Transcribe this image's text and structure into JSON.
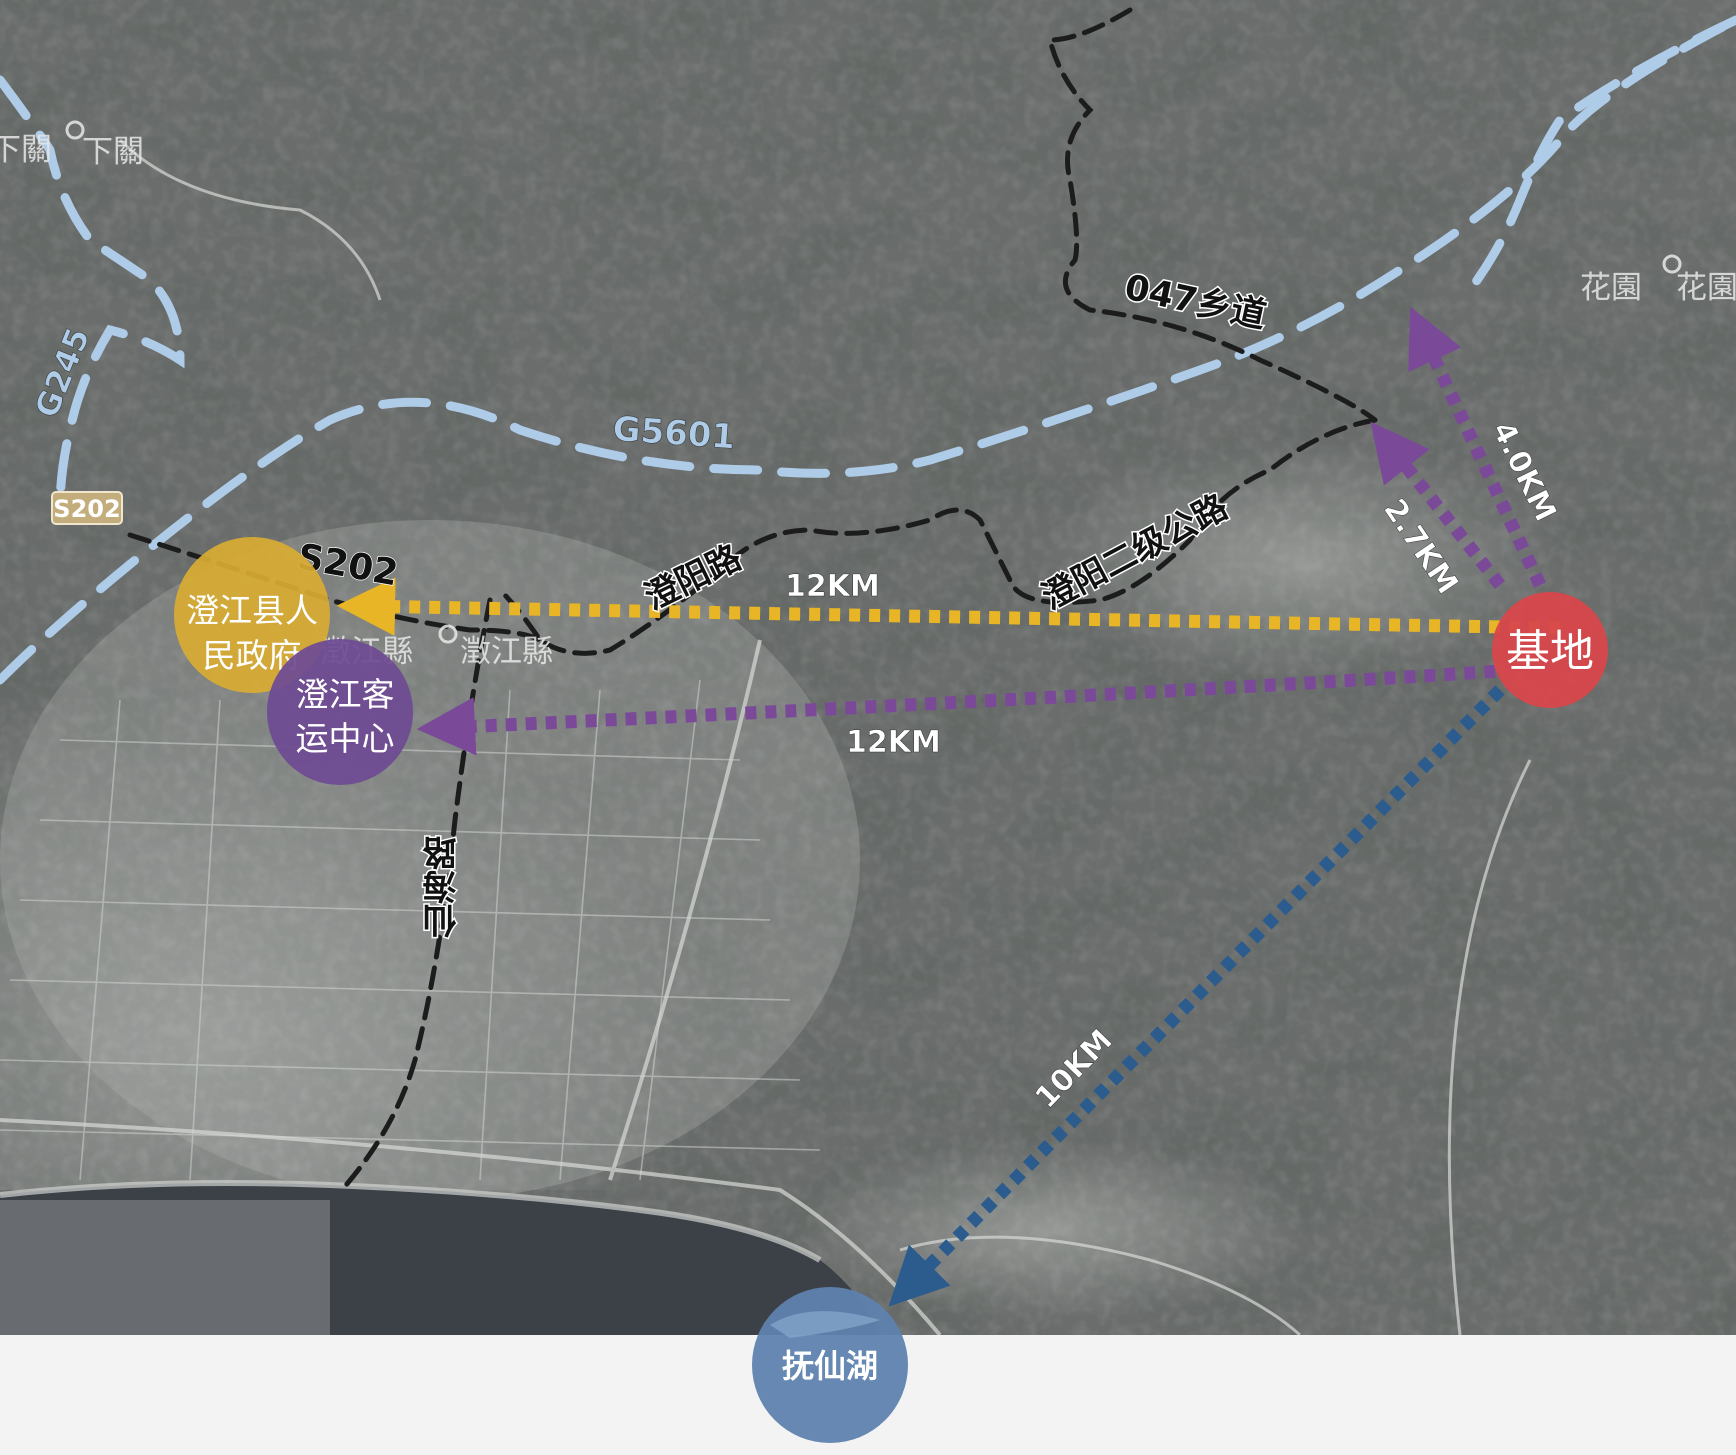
{
  "colors": {
    "expressway": "#aecbe8",
    "local_road": "#1c1c1c",
    "route_orange": "#e8b526",
    "route_purple": "#7a4a98",
    "route_blue": "#2c5c8e",
    "marker_base": "#d8474b",
    "marker_gov": "#d9ad33",
    "marker_bus": "#6e4a93",
    "marker_lake": "#5e82ae",
    "basemap": "#6a6d6b",
    "lake_water": "#3c4148",
    "footer_band": "#f3f3f3"
  },
  "roads": {
    "g5601": "G5601",
    "g245": "G245",
    "s202": "S202",
    "s202_shield": "S202",
    "xiang047": "047乡道",
    "chengyang_road": "澄阳路",
    "chengyang_secondary": "澄阳二级公路",
    "xianhai_road": "仙海路"
  },
  "place_labels": {
    "xiaguan_left": "下關",
    "xiaguan_right": "下關",
    "huayuan_left": "花園",
    "huayuan_right": "花園",
    "chengjiang_county_a": "澂江縣",
    "chengjiang_county_b": "澂江縣"
  },
  "markers": {
    "base": "基地",
    "gov": "澄江县人民政府",
    "gov_line1": "澄江县人",
    "gov_line2": "民政府",
    "bus": "澄江客运中心",
    "bus_line1": "澄江客",
    "bus_line2": "运中心",
    "lake": "抚仙湖"
  },
  "routes": {
    "to_gov": "12KM",
    "to_bus": "12KM",
    "to_road_a": "2.7KM",
    "to_road_b": "4.0KM",
    "to_lake": "10KM"
  }
}
